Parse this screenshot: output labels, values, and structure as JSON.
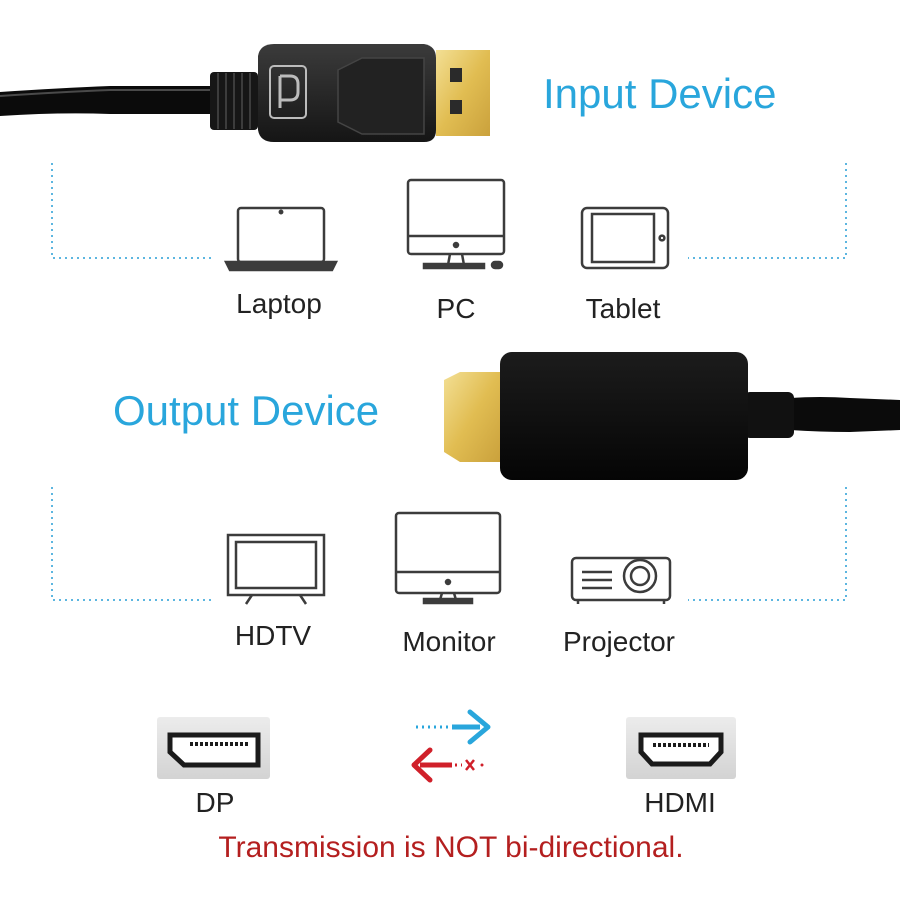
{
  "input_section": {
    "title": "Input Device",
    "devices": [
      {
        "label": "Laptop",
        "icon": "laptop-icon"
      },
      {
        "label": "PC",
        "icon": "desktop-pc-icon"
      },
      {
        "label": "Tablet",
        "icon": "tablet-icon"
      }
    ]
  },
  "output_section": {
    "title": "Output Device",
    "devices": [
      {
        "label": "HDTV",
        "icon": "hdtv-icon"
      },
      {
        "label": "Monitor",
        "icon": "monitor-icon"
      },
      {
        "label": "Projector",
        "icon": "projector-icon"
      }
    ]
  },
  "ports": {
    "dp_label": "DP",
    "hdmi_label": "HDMI"
  },
  "direction": {
    "forward_arrow_icon": "forward-arrow-icon",
    "blocked_arrow_icon": "blocked-arrow-icon"
  },
  "notice": {
    "text": "Transmission is NOT bi-directional."
  },
  "colors": {
    "heading": "#29a6dc",
    "dotted_line": "#5cb6e0",
    "icon_stroke": "#3c3c3c",
    "warning_text": "#b41f1f",
    "forward_arrow": "#29a6dc",
    "backward_arrow": "#d0202a",
    "gold_contact": "#e4c25e",
    "cable": "#0b0b0b",
    "port_box": "#e0e0e0"
  }
}
